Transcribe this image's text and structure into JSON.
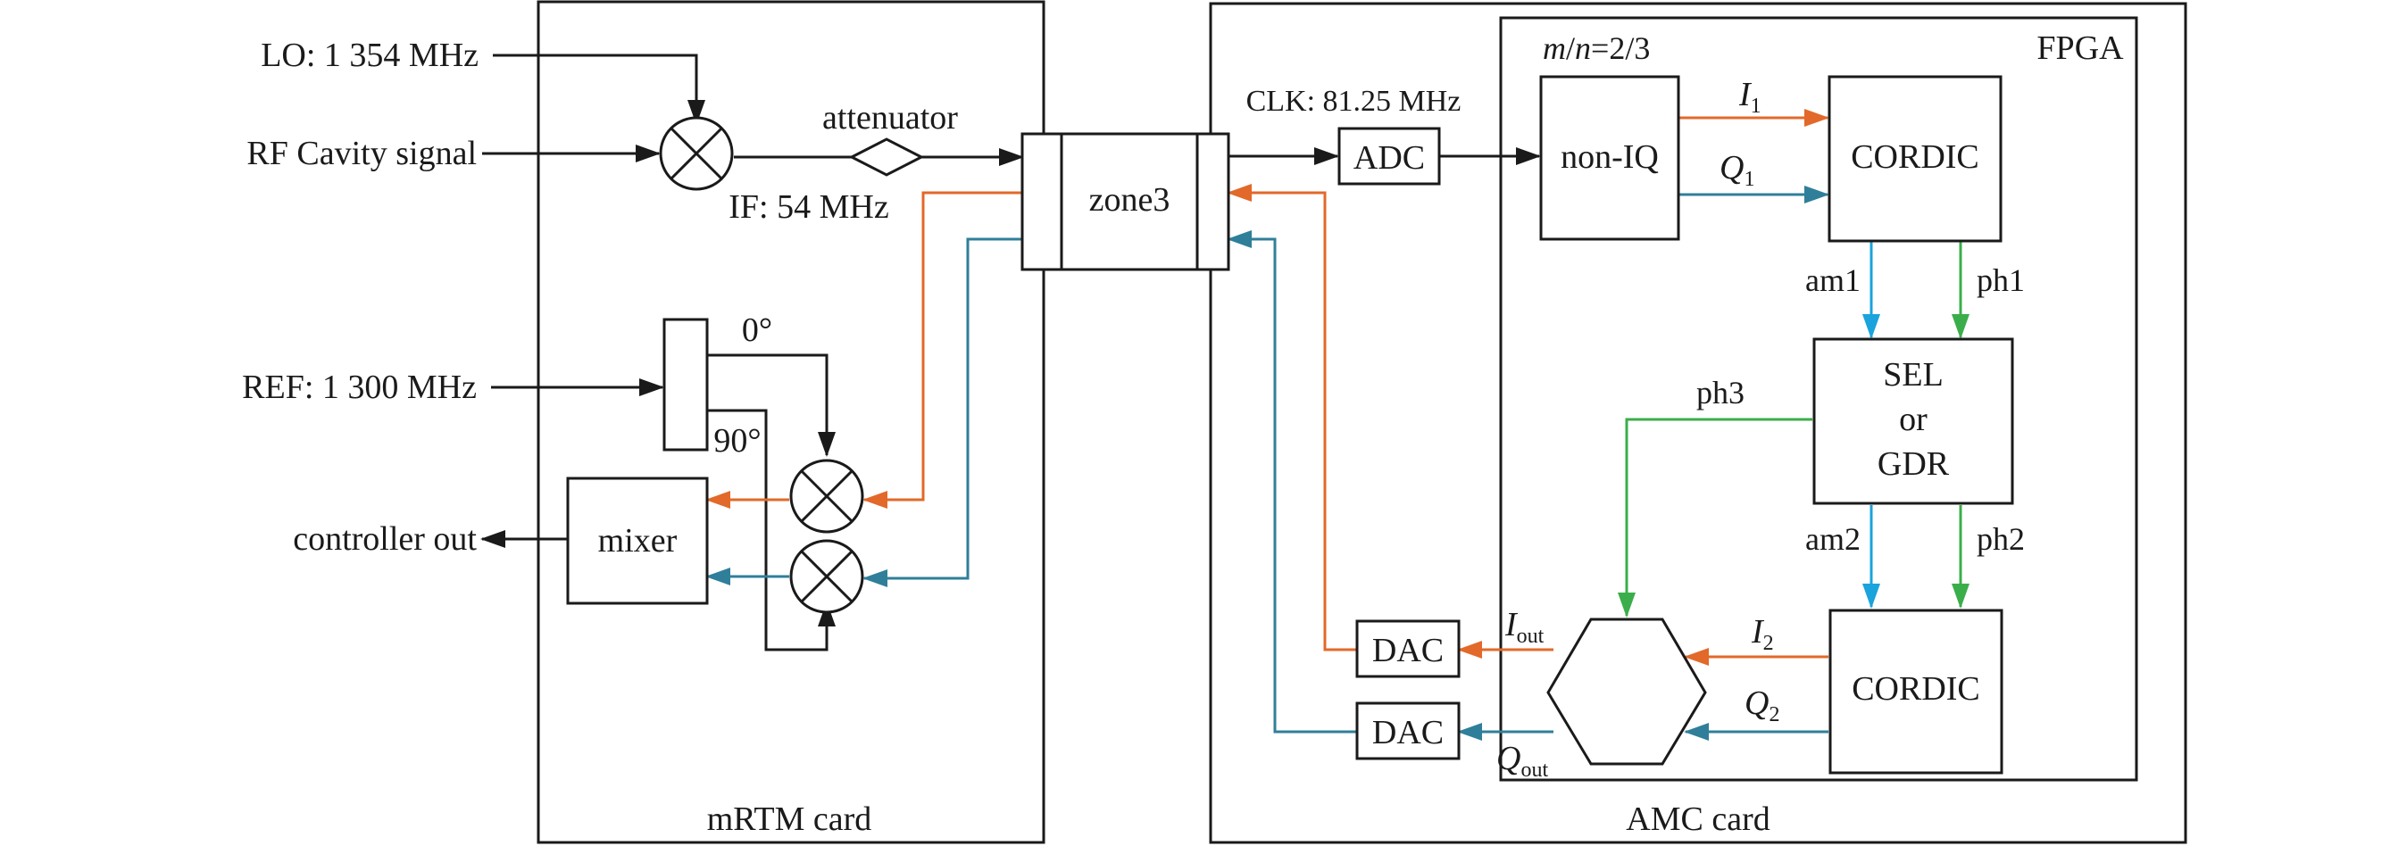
{
  "colors": {
    "black": "#1a1a1a",
    "orange": "#e2692a",
    "teal": "#2f7f9a",
    "blue": "#1aa3dc",
    "green": "#3aae4a"
  },
  "inputs": {
    "lo": "LO: 1 354 MHz",
    "rf": "RF Cavity signal",
    "ref": "REF: 1 300 MHz"
  },
  "labels": {
    "attenuator": "attenuator",
    "if": "IF: 54 MHz",
    "deg0": "0°",
    "deg90": "90°",
    "controller_out": "controller out",
    "clk": "CLK: 81.25 MHz",
    "mn": {
      "m": "m",
      "slash": "/",
      "n": "n",
      "val": "=2/3"
    },
    "fpga": "FPGA",
    "mrtm_card": "mRTM card",
    "amc_card": "AMC card"
  },
  "blocks": {
    "mixer": "mixer",
    "zone3": "zone3",
    "adc": "ADC",
    "non_iq": "non-IQ",
    "cordic1": "CORDIC",
    "cordic2": "CORDIC",
    "sel_gdr": [
      "SEL",
      "or",
      "GDR"
    ],
    "dac_i": "DAC",
    "dac_q": "DAC"
  },
  "signals": {
    "i1": {
      "base": "I",
      "sub": "1"
    },
    "q1": {
      "base": "Q",
      "sub": "1"
    },
    "i2": {
      "base": "I",
      "sub": "2"
    },
    "q2": {
      "base": "Q",
      "sub": "2"
    },
    "iout": {
      "base": "I",
      "sub": "out"
    },
    "qout": {
      "base": "Q",
      "sub": "out"
    },
    "am1": "am1",
    "ph1": "ph1",
    "am2": "am2",
    "ph2": "ph2",
    "ph3": "ph3"
  }
}
